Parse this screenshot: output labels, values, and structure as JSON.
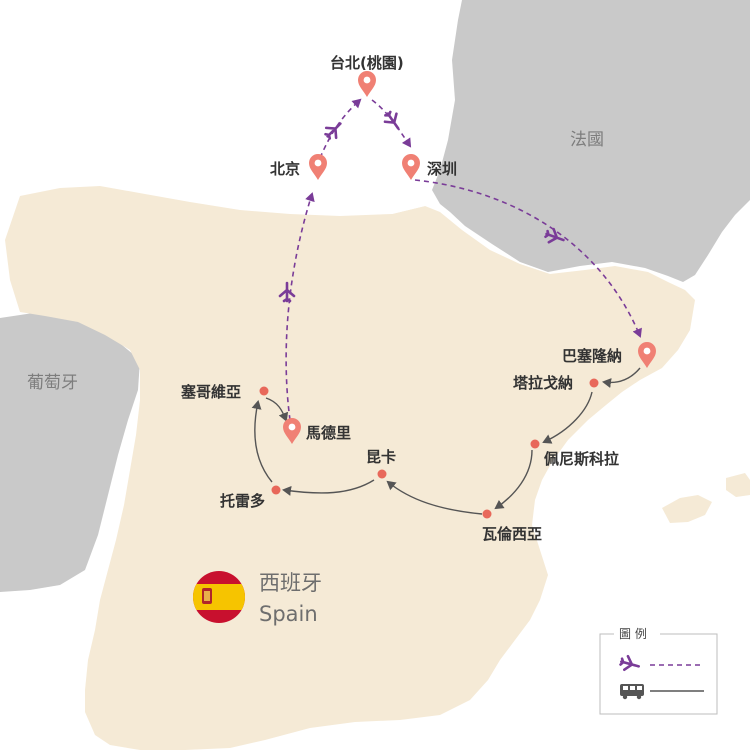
{
  "colors": {
    "sea": "#ffffff",
    "spain": "#f5ead6",
    "neighbor": "#c9c9c9",
    "flight_route": "#7a3c98",
    "bus_route": "#555555",
    "pin": "#f08074",
    "dot": "#e8685a"
  },
  "countries": {
    "spain_zh": "西班牙",
    "spain_en": "Spain",
    "france": "法國",
    "portugal": "葡萄牙"
  },
  "cities": {
    "taipei": "台北(桃園)",
    "beijing": "北京",
    "shenzhen": "深圳",
    "barcelona": "巴塞隆納",
    "tarragona": "塔拉戈納",
    "peniscola": "佩尼斯科拉",
    "valencia": "瓦倫西亞",
    "cuenca": "昆卡",
    "toledo": "托雷多",
    "segovia": "塞哥維亞",
    "madrid": "馬德里"
  },
  "legend": {
    "title": "圖 例",
    "items": [
      {
        "icon": "airplane-icon",
        "line": "dashed"
      },
      {
        "icon": "bus-icon",
        "line": "solid"
      }
    ]
  }
}
